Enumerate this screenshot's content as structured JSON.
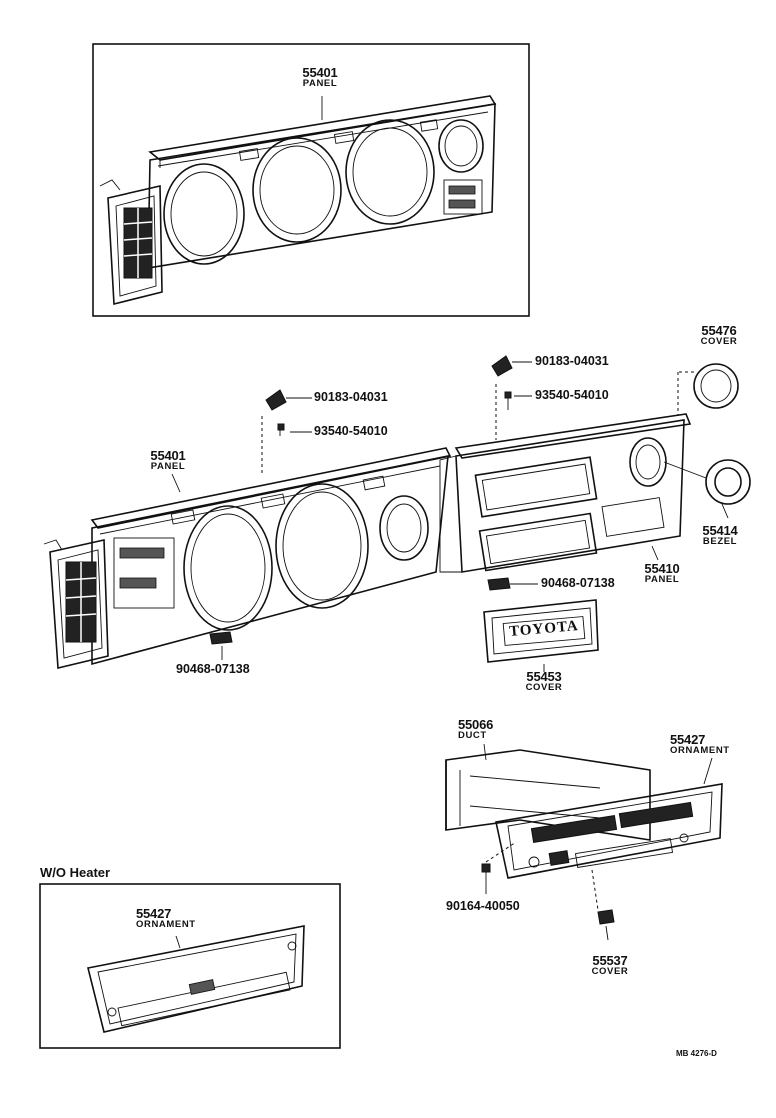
{
  "inset_top": {
    "part": {
      "number": "55401",
      "name": "PANEL"
    }
  },
  "main_panel": {
    "part": {
      "number": "55401",
      "name": "PANEL"
    },
    "nut": "90183-04031",
    "screw": "93540-54010",
    "clip": "90468-07138"
  },
  "right_panel": {
    "nut": "90183-04031",
    "screw": "93540-54010",
    "cover_top": {
      "number": "55476",
      "name": "COVER"
    },
    "bezel": {
      "number": "55414",
      "name": "BEZEL"
    },
    "panel": {
      "number": "55410",
      "name": "PANEL"
    },
    "clip": "90468-07138",
    "emblem_text": "TOYOTA",
    "cover_emblem": {
      "number": "55453",
      "name": "COVER"
    }
  },
  "heater": {
    "duct": {
      "number": "55066",
      "name": "DUCT"
    },
    "ornament": {
      "number": "55427",
      "name": "ORNAMENT"
    },
    "screw": "90164-40050",
    "cover": {
      "number": "55537",
      "name": "COVER"
    }
  },
  "wo_heater": {
    "title": "W/O Heater",
    "ornament": {
      "number": "55427",
      "name": "ORNAMENT"
    }
  },
  "footer": {
    "ref": "MB 4276-D"
  }
}
